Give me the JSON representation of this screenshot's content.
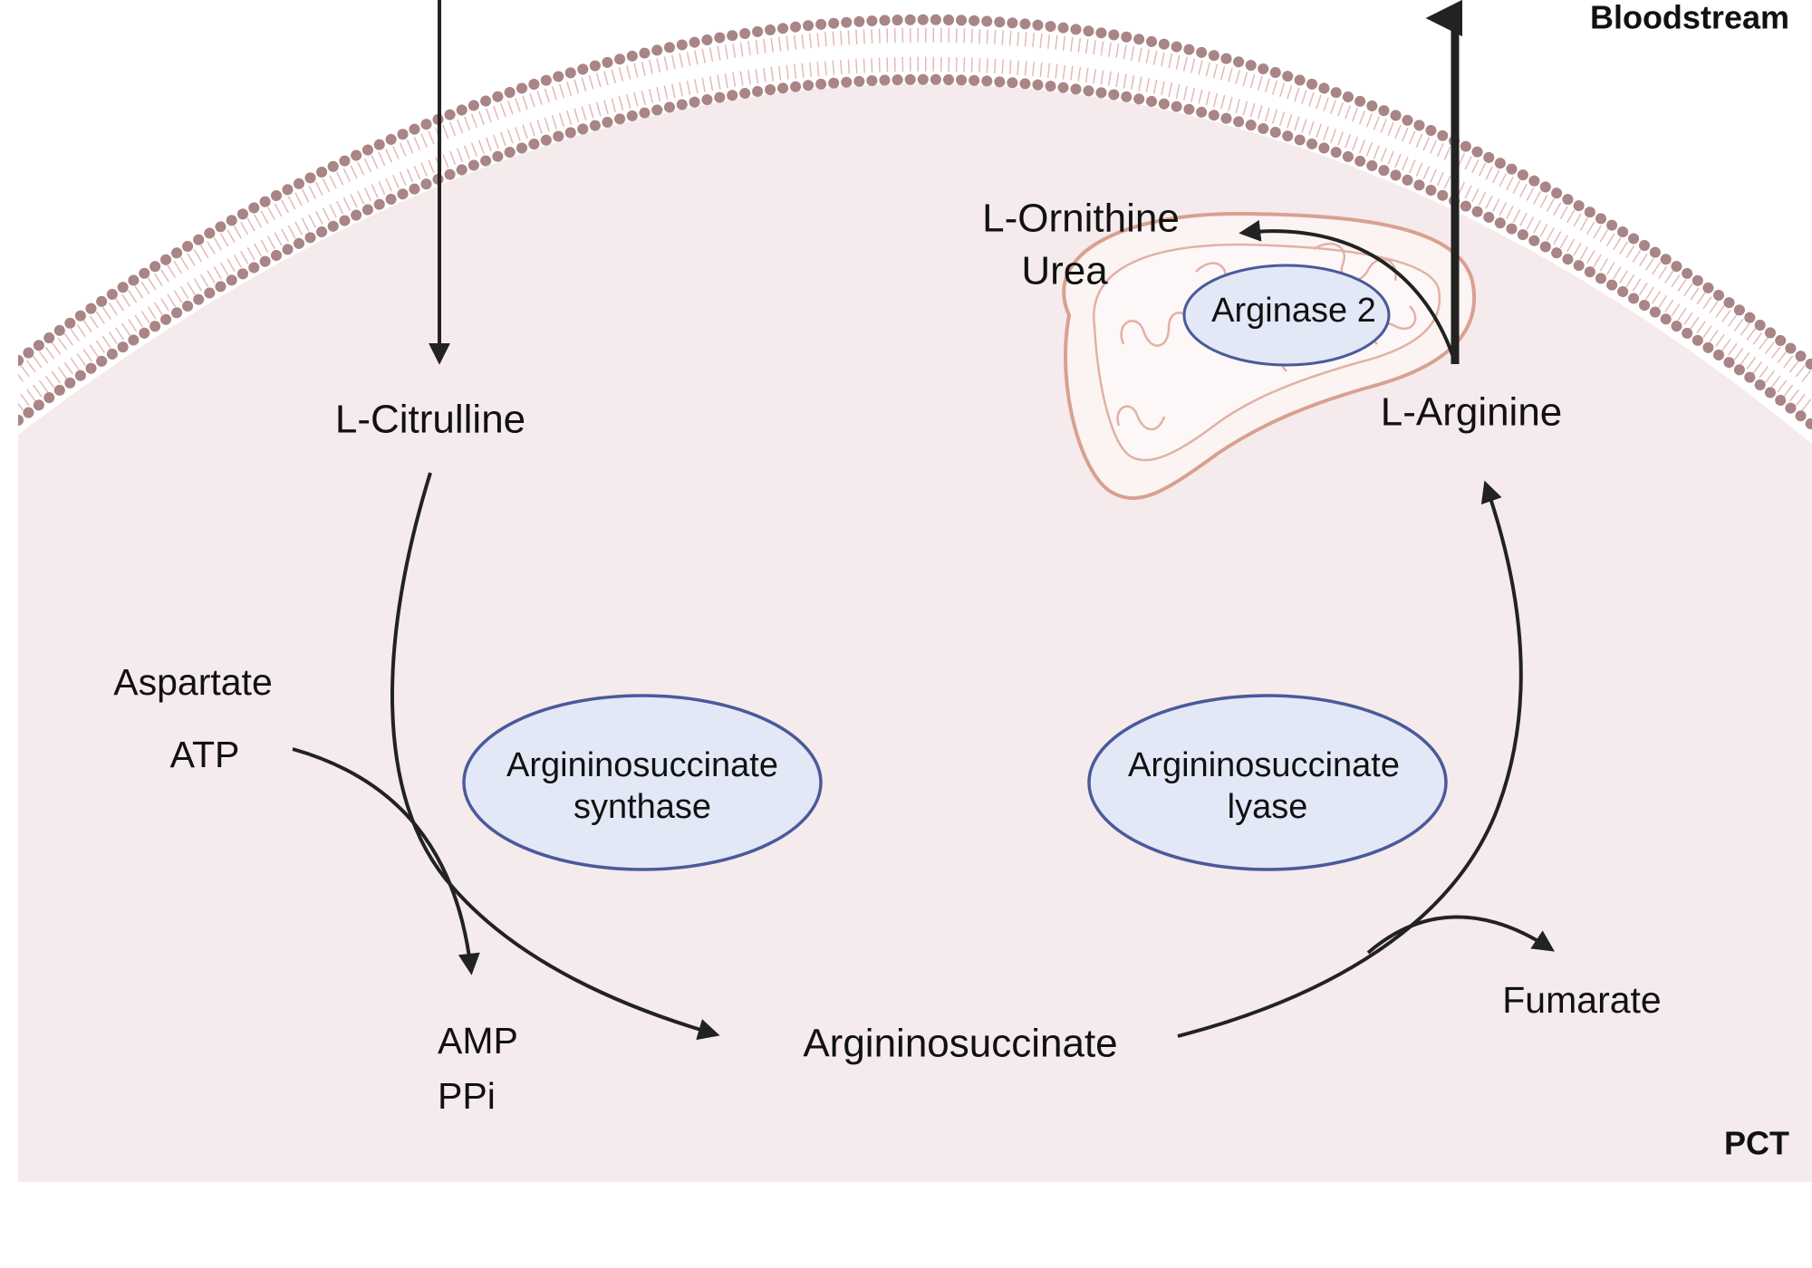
{
  "compartments": {
    "bloodstream_label": "Bloodstream",
    "cell_label": "PCT"
  },
  "metabolites": {
    "citrulline": "L-Citrulline",
    "aspartate": "Aspartate",
    "atp": "ATP",
    "amp": "AMP",
    "ppi": "PPi",
    "argininosuccinate": "Argininosuccinate",
    "fumarate": "Fumarate",
    "arginine": "L-Arginine",
    "ornithine": "L-Ornithine",
    "urea": "Urea"
  },
  "enzymes": {
    "ass_line1": "Argininosuccinate",
    "ass_line2": "synthase",
    "asl_line1": "Argininosuccinate",
    "asl_line2": "lyase",
    "arginase": "Arginase 2"
  },
  "colors": {
    "cytoplasm": "#f5ebec",
    "membrane_head": "#a98585",
    "membrane_tail": "#d9a7a7",
    "enzyme_fill": "#e3e8f7",
    "enzyme_stroke": "#4a5a9a",
    "mito_outer": "#d9a090",
    "mito_fill": "#fbf4f3",
    "arrow": "#222222"
  }
}
